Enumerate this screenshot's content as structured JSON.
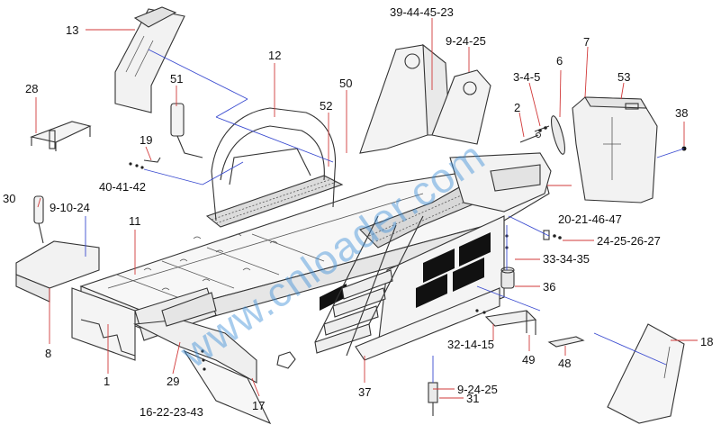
{
  "labels": {
    "l1": "1",
    "l2": "2",
    "l6": "6",
    "l7": "7",
    "l8": "8",
    "l11": "11",
    "l12": "12",
    "l13": "13",
    "l16": "16-22-23-43",
    "l17": "17",
    "l18": "18",
    "l19": "19",
    "l20": "20-21-46-47",
    "l24": "24-25-26-27",
    "l28": "28",
    "l29": "29",
    "l30": "30",
    "l31": "31",
    "l32": "32-14-15",
    "l33": "33-34-35",
    "l34": "3-4-5",
    "l36": "36",
    "l37": "37",
    "l38": "38",
    "l39": "39-44-45-23",
    "l40": "40-41-42",
    "l48": "48",
    "l49": "49",
    "l50": "50",
    "l51": "51",
    "l52": "52",
    "l53": "53",
    "l9a": "9-24-25",
    "l9b": "9-10-24",
    "l9c": "9-24-25"
  },
  "watermark": "www.cnloader.com",
  "colors": {
    "leader_red": "#d23a3a",
    "leader_blue": "#3a4bd0",
    "watermark": "#3b8fd6"
  }
}
